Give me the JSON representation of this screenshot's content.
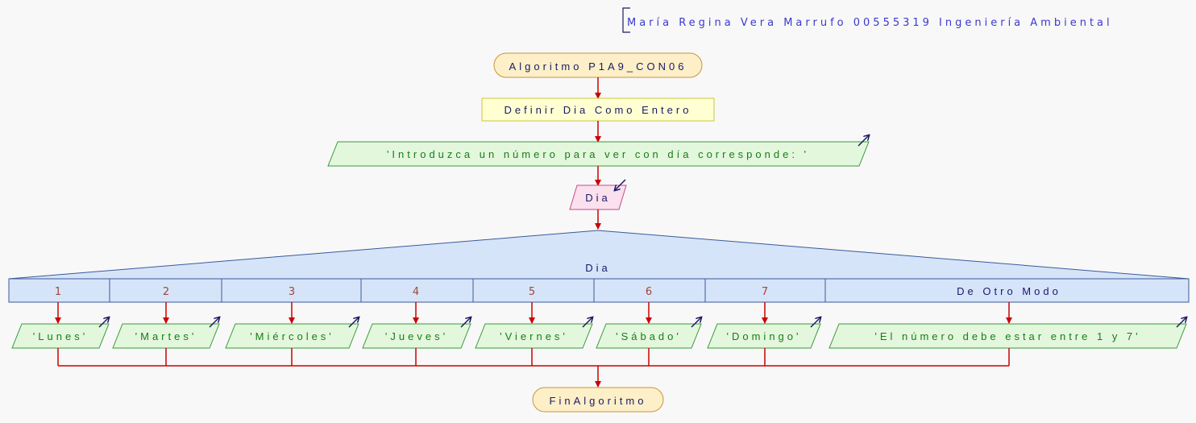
{
  "comment": "María Regina Vera Marrufo 00555319 Ingeniería Ambiental",
  "start_label": "Algoritmo P1A9_CON06",
  "define_label": "Definir Dia Como Entero",
  "output_prompt": "'Introduzca un número para ver con día corresponde: '",
  "input_var": "Dia",
  "switch_var": "Dia",
  "cases": [
    {
      "label": "1",
      "output": "'Lunes'"
    },
    {
      "label": "2",
      "output": "'Martes'"
    },
    {
      "label": "3",
      "output": "'Miércoles'"
    },
    {
      "label": "4",
      "output": "'Jueves'"
    },
    {
      "label": "5",
      "output": "'Viernes'"
    },
    {
      "label": "6",
      "output": "'Sábado'"
    },
    {
      "label": "7",
      "output": "'Domingo'"
    },
    {
      "label": "De Otro Modo",
      "output": "'El número debe estar entre 1 y 7'"
    }
  ],
  "end_label": "FinAlgoritmo",
  "colors": {
    "flow": "#cc0000",
    "terminal_fill": "#fdefc8",
    "terminal_stroke": "#c8953a",
    "define_fill": "#ffffd2",
    "define_stroke": "#c8c840",
    "output_fill": "#e3f7dc",
    "output_stroke": "#3a9a3a",
    "input_fill": "#fbe0ee",
    "input_stroke": "#c64c8c",
    "switch_fill": "#d6e4f9",
    "switch_stroke": "#3a5a9a",
    "arrow_icon": "#1a1a66"
  },
  "icons": {
    "output": "output-arrow-icon",
    "input": "input-arrow-icon"
  }
}
